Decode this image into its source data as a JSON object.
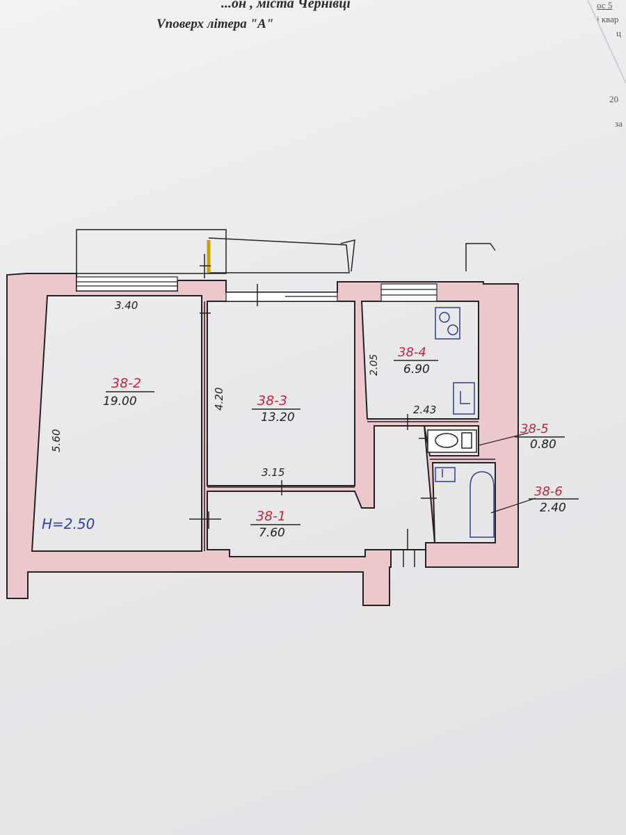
{
  "header": {
    "line1_left": "...он ,",
    "line1_city": "міста  Чернівці",
    "line2": "Vповерх літера \"А\""
  },
  "edge_right": {
    "t1": "ос 5",
    "t2": "і квар",
    "t3": "ц",
    "t4": "20",
    "t5": "за"
  },
  "plan": {
    "height_label": "H=2.50",
    "rooms": [
      {
        "id": "38-2",
        "area": "19.00"
      },
      {
        "id": "38-3",
        "area": "13.20"
      },
      {
        "id": "38-4",
        "area": "6.90"
      },
      {
        "id": "38-1",
        "area": "7.60"
      },
      {
        "id": "38-5",
        "area": "0.80"
      },
      {
        "id": "38-6",
        "area": "2.40"
      }
    ],
    "dimensions": {
      "d1": "3.40",
      "d2": "5.60",
      "d3": "4.20",
      "d4": "3.15",
      "d5": "2.05",
      "d6": "2.43"
    }
  },
  "colors": {
    "wall_fill": "#ecc8cd",
    "line": "#222222",
    "room_label": "#c2273a",
    "height_label": "#2a3fbf",
    "fixture": "#2b3f8f"
  }
}
